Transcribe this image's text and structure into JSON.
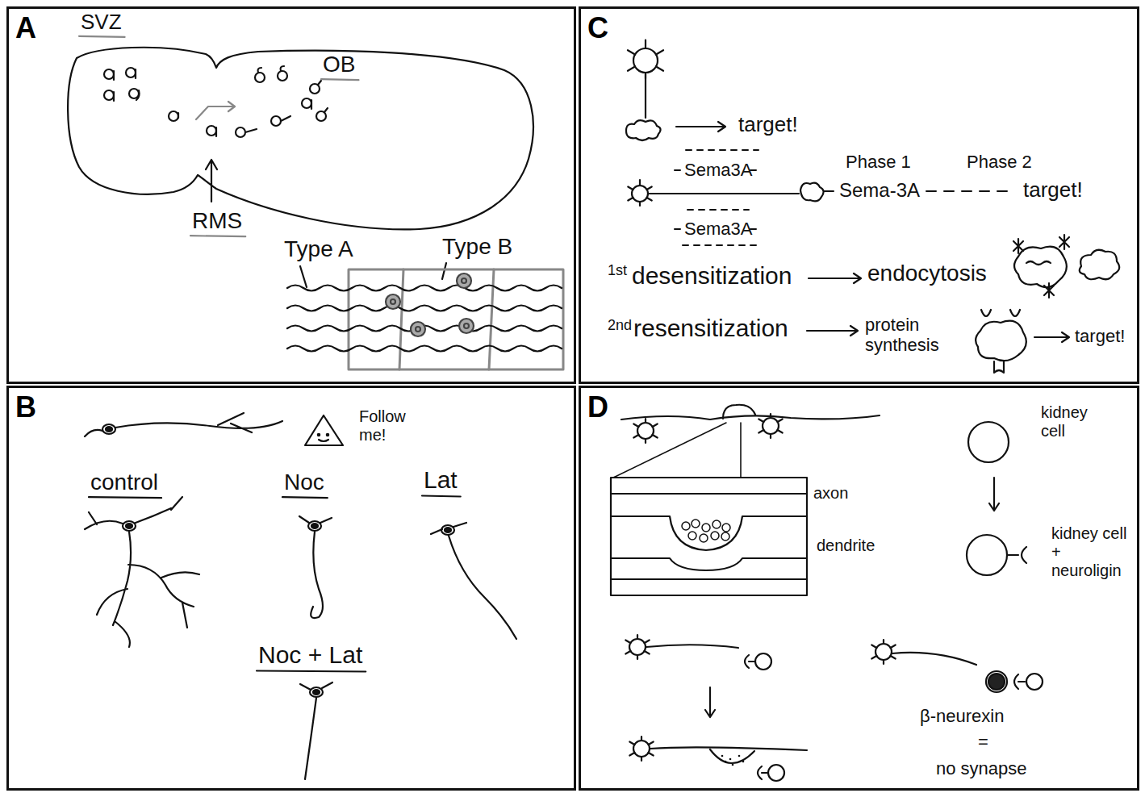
{
  "diagram": {
    "nodes": [
      {
        "text": [
          "A"
        ]
      },
      {
        "text": [
          "C"
        ]
      },
      {
        "text": [
          "B"
        ]
      },
      {
        "text": [
          "D"
        ]
      }
    ],
    "labels": [
      "SVZ",
      "OB",
      "RMS",
      "Type A",
      "Type B",
      "target!",
      "Sema3A",
      "Sema3A",
      "Phase 1",
      "Phase 2",
      "Sema-3A",
      "target!",
      "1st",
      "desensitization",
      "endocytosis",
      "2nd",
      "resensitization",
      "protein synthesis",
      "target!",
      "Follow me!",
      "control",
      "Noc",
      "Lat",
      "Noc + Lat",
      "axon",
      "dendrite",
      "kidney cell",
      "kidney cell + neuroligin",
      "β-neurexin",
      "=",
      "no synapse"
    ]
  }
}
